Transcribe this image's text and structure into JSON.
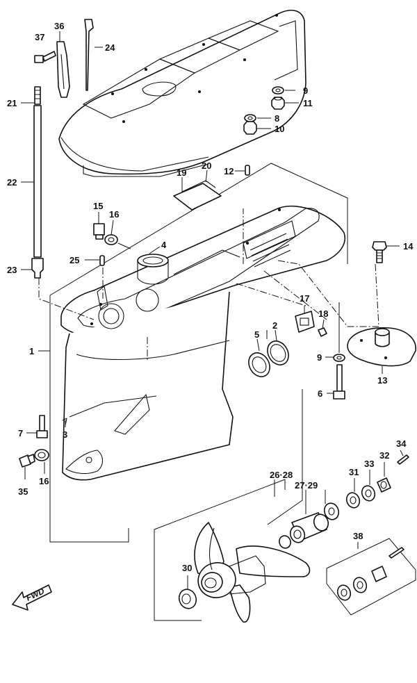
{
  "callouts": {
    "c1": "1",
    "c2": "2",
    "c3": "3",
    "c4": "4",
    "c5": "5",
    "c6": "6",
    "c7": "7",
    "c8": "8",
    "c9a": "9",
    "c9b": "9",
    "c10": "10",
    "c11": "11",
    "c12": "12",
    "c13": "13",
    "c14": "14",
    "c15": "15",
    "c16a": "16",
    "c16b": "16",
    "c17": "17",
    "c18": "18",
    "c19": "19",
    "c20": "20",
    "c21": "21",
    "c22": "22",
    "c23": "23",
    "c24": "24",
    "c25": "25",
    "c26_28": "26·28",
    "c27_29": "27·29",
    "c30": "30",
    "c31": "31",
    "c32": "32",
    "c33": "33",
    "c34": "34",
    "c35": "35",
    "c36": "36",
    "c37": "37",
    "c38": "38"
  },
  "fwd_marker": {
    "text": "FWD"
  }
}
